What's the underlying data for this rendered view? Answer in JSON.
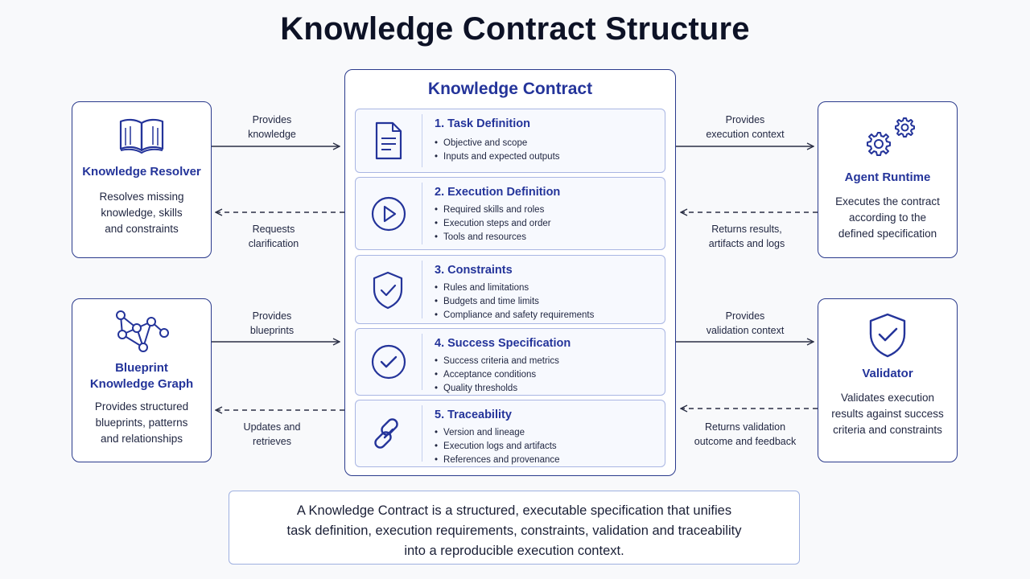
{
  "title": "Knowledge Contract Structure",
  "center": {
    "title": "Knowledge Contract",
    "sections": [
      {
        "title": "1. Task Definition",
        "items": [
          "Objective and scope",
          "Inputs and expected outputs"
        ],
        "icon": "document-icon"
      },
      {
        "title": "2. Execution Definition",
        "items": [
          "Required skills and roles",
          "Execution steps and order",
          "Tools and resources"
        ],
        "icon": "play-icon"
      },
      {
        "title": "3. Constraints",
        "items": [
          "Rules and limitations",
          "Budgets and time limits",
          "Compliance and safety requirements"
        ],
        "icon": "shield-icon"
      },
      {
        "title": "4. Success Specification",
        "items": [
          "Success criteria and metrics",
          "Acceptance conditions",
          "Quality thresholds"
        ],
        "icon": "check-circle-icon"
      },
      {
        "title": "5. Traceability",
        "items": [
          "Version and lineage",
          "Execution logs and artifacts",
          "References and provenance"
        ],
        "icon": "link-icon"
      }
    ]
  },
  "left": {
    "resolver": {
      "title": "Knowledge Resolver",
      "desc": "Resolves missing\nknowledge, skills\nand constraints",
      "icon": "book-icon"
    },
    "blueprint": {
      "title": "Blueprint\nKnowledge Graph",
      "desc": "Provides structured\nblueprints, patterns\nand relationships",
      "icon": "graph-icon"
    }
  },
  "right": {
    "runtime": {
      "title": "Agent Runtime",
      "desc": "Executes the contract\naccording to the\ndefined specification",
      "icon": "gears-icon"
    },
    "validator": {
      "title": "Validator",
      "desc": "Validates execution\nresults against success\ncriteria and constraints",
      "icon": "shield-check-icon"
    }
  },
  "arrows": {
    "provides_knowledge": "Provides\nknowledge",
    "requests_clarification": "Requests\nclarification",
    "provides_blueprints": "Provides\nblueprints",
    "updates_retrieves": "Updates and\nretrieves",
    "provides_execution_context": "Provides\nexecution context",
    "returns_results": "Returns results,\nartifacts and logs",
    "provides_validation_context": "Provides\nvalidation context",
    "returns_validation": "Returns validation\noutcome and feedback"
  },
  "footer": {
    "line1": "A Knowledge Contract is a structured, executable specification that unifies",
    "line2": "task definition, execution requirements, constraints, validation and traceability",
    "line3": "into a reproducible execution context."
  },
  "colors": {
    "accent": "#24349a",
    "border": "#2a3a8c",
    "section_border": "#a9b6e3"
  }
}
